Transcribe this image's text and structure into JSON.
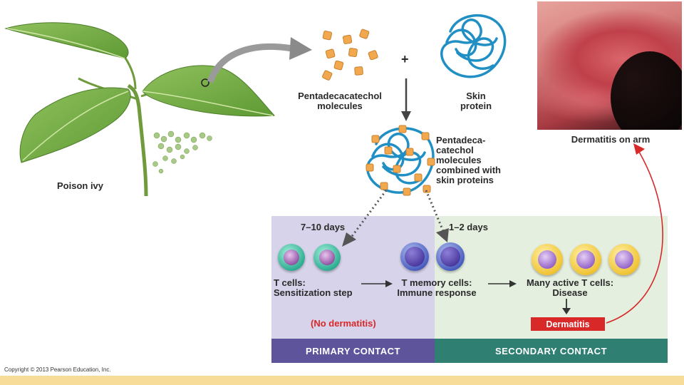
{
  "labels": {
    "poison_ivy": "Poison ivy",
    "molecules": "Pentadecacatechol\nmolecules",
    "plus": "+",
    "skin_protein": "Skin\nprotein",
    "combined": "Pentadeca-\ncatechol\nmolecules\ncombined with\nskin proteins",
    "dermatitis_on_arm": "Dermatitis on arm",
    "days_primary": "7–10 days",
    "days_secondary": "1–2 days",
    "t_cells": "T cells:\nSensitization step",
    "t_memory": "T memory cells:\nImmune response",
    "active_t": "Many active T cells:\nDisease",
    "no_dermatitis": "(No dermatitis)",
    "dermatitis": "Dermatitis",
    "primary_contact": "PRIMARY CONTACT",
    "secondary_contact": "SECONDARY CONTACT",
    "copyright": "Copyright © 2013 Pearson Education, Inc."
  },
  "colors": {
    "primary_panel": "#d6d3ea",
    "secondary_panel": "#e4efdf",
    "primary_bar": "#5e549c",
    "secondary_bar": "#2f8073",
    "dermatitis_red": "#d82828",
    "molecule_orange": "#f2a84f",
    "protein_blue": "#1f8fc4"
  },
  "icons": {
    "leaf": "poison-ivy-leaf",
    "molecule": "orange-square-molecule",
    "protein": "tangled-protein-strand",
    "t_cell": "teal-t-cell",
    "memory_cell": "blue-memory-cell",
    "active_cell": "yellow-active-t-cell"
  }
}
